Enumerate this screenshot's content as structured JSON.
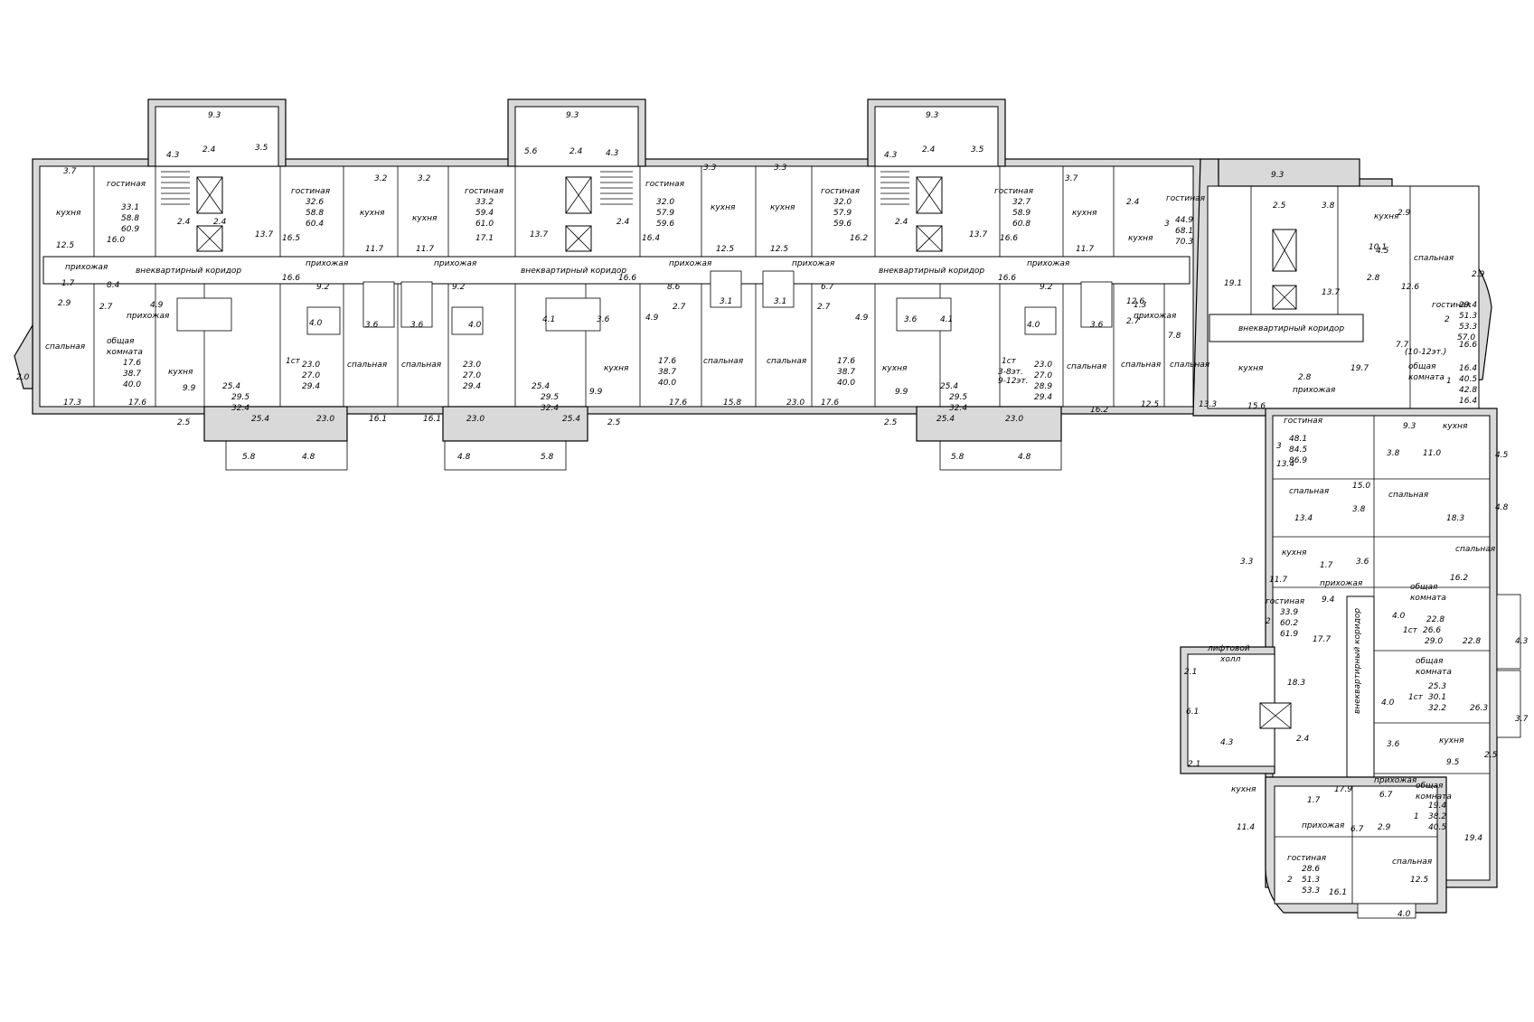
{
  "labels": {
    "corridor": "внеквартирный коридор",
    "hall": "прихожая",
    "living": "гостиная",
    "kitchen": "кухня",
    "bedroom": "спальная",
    "common": "общая",
    "common2": "комната",
    "lift": "лифтовой",
    "lift2": "холл",
    "note1012": "(10-12эт.)",
    "note912": "9-12эт.",
    "note38": "3-8эт."
  },
  "numbers": {
    "a": "3.7",
    "b": "12.5",
    "c": "33.1",
    "d": "58.8",
    "e": "60.9",
    "f": "16.0",
    "g": "1.7",
    "h": "2.9",
    "i": "8.4",
    "j": "2.7",
    "k": "4.9",
    "l": "17.6",
    "m": "38.7",
    "n": "40.0",
    "o": "17.3",
    "p": "2.0",
    "q": "9.9",
    "r": "2.5",
    "s": "25.4",
    "t": "29.5",
    "u": "32.4",
    "v": "5.8",
    "w": "4.8",
    "x": "9.3",
    "y": "4.3",
    "z": "2.4",
    "aa": "3.5",
    "ab": "13.7",
    "ac": "32.6",
    "ad": "58.8",
    "ae": "60.4",
    "af": "16.5",
    "ag": "3.2",
    "ah": "11.7",
    "ai": "16.6",
    "aj": "9.2",
    "ak": "4.0",
    "al": "23.0",
    "am": "27.0",
    "an": "29.4",
    "ao": "3.6",
    "ap": "16.1",
    "aq": "33.2",
    "ar": "59.4",
    "as": "61.0",
    "at": "17.1",
    "au": "5.6",
    "av": "4.1",
    "aw": "32.0",
    "ax": "57.9",
    "ay": "59.6",
    "az": "16.4",
    "ba": "8.6",
    "bb": "3.3",
    "bc": "3.1",
    "bd": "15.8",
    "be": "6.7",
    "bf": "16.2",
    "bg": "32.7",
    "bh": "58.9",
    "bi": "60.8",
    "bj": "28.9",
    "bk": "12.6",
    "bl": "1.3",
    "bm": "44.9",
    "bn": "68.1",
    "bo": "70.3",
    "bp": "19.1",
    "bq": "7.8",
    "br": "12.5",
    "bs": "13.3",
    "bt": "15.6",
    "bu": "2.5",
    "bv": "3.8",
    "bw": "10.1",
    "bx": "2.8",
    "by": "12.6",
    "bz": "29.4",
    "ca": "51.3",
    "cb": "53.3",
    "cc": "57.0",
    "cd": "16.6",
    "ce": "7.7",
    "cf": "19.7",
    "cg": "16.4",
    "ch": "40.5",
    "ci": "42.8",
    "cj": "11.0",
    "ck": "4.5",
    "cl": "48.1",
    "cm": "84.5",
    "cn": "86.9",
    "co": "13.4",
    "cp": "15.0",
    "cq": "18.3",
    "cr": "16.2",
    "cs": "11.7",
    "ct": "33.9",
    "cu": "60.2",
    "cv": "61.9",
    "cw": "17.7",
    "cx": "22.8",
    "cy": "26.6",
    "cz": "29.0",
    "da": "9.4",
    "db": "18.3",
    "dc": "6.1",
    "dd": "2.1",
    "de": "25.3",
    "df": "30.1",
    "dg": "32.2",
    "dh": "26.3",
    "di": "9.5",
    "dj": "17.9",
    "dk": "11.4",
    "dl": "19.4",
    "dm": "38.2",
    "dn": "40.5",
    "do": "28.6",
    "dp": "51.3",
    "dq": "53.3",
    "dr": "16.1",
    "ds": "12.5",
    "dt": "4.0",
    "du": "1",
    "dv": "2",
    "dw": "3",
    "dx": "1ст"
  }
}
